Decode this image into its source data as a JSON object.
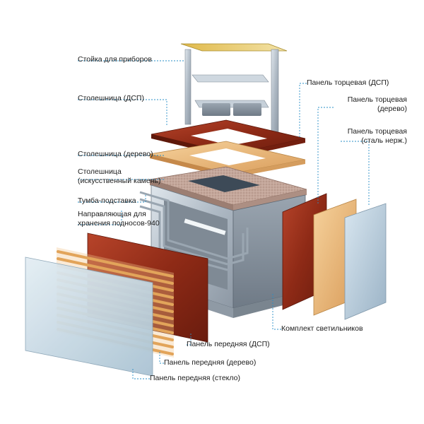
{
  "labels": {
    "instrument_rack": "Стойка для приборов",
    "countertop_dsp": "Столешница (ДСП)",
    "countertop_wood": "Столешница (дерево)",
    "countertop_stone_1": "Столешница",
    "countertop_stone_2": "(искусственный камень)",
    "base_cabinet": "Тумба-подставка",
    "tray_rail_1": "Направляющая для",
    "tray_rail_2": "хранения подносов-940",
    "end_panel_dsp": "Панель торцевая (ДСП)",
    "end_panel_wood_1": "Панель торцевая",
    "end_panel_wood_2": "(дерево)",
    "end_panel_steel_1": "Панель торцевая",
    "end_panel_steel_2": "(сталь нерж.)",
    "light_kit": "Комплект светильников",
    "front_panel_dsp": "Панель передняя (ДСП)",
    "front_panel_wood": "Панель передняя (дерево)",
    "front_panel_glass": "Панель передняя (стекло)"
  },
  "colors": {
    "leader_line": "#2a8fc7",
    "steel": "#b9c4cf",
    "wood_dark": "#8e2a16",
    "wood_light": "#e9b978",
    "stone": "#c4a79b",
    "glass": "#c5d9e6"
  }
}
